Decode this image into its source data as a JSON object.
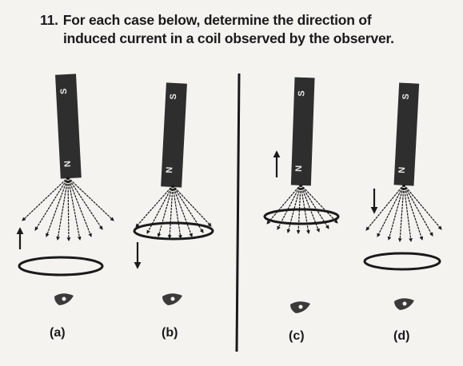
{
  "question": {
    "number": "11.",
    "line1": "For each case below, determine the direction of",
    "line2": "induced current in a coil observed by the observer."
  },
  "cases": [
    {
      "label": "(a)",
      "top_pole": "S",
      "bottom_pole": "N",
      "motion": "up"
    },
    {
      "label": "(b)",
      "top_pole": "S",
      "bottom_pole": "N",
      "motion": "down"
    },
    {
      "label": "(c)",
      "top_pole": "S",
      "bottom_pole": "N",
      "motion": "up"
    },
    {
      "label": "(d)",
      "top_pole": "S",
      "bottom_pole": "N",
      "motion": "down"
    }
  ],
  "colors": {
    "magnet": "#2e2e2e",
    "ink": "#1a1a1a",
    "paper": "#f4f3ef"
  }
}
